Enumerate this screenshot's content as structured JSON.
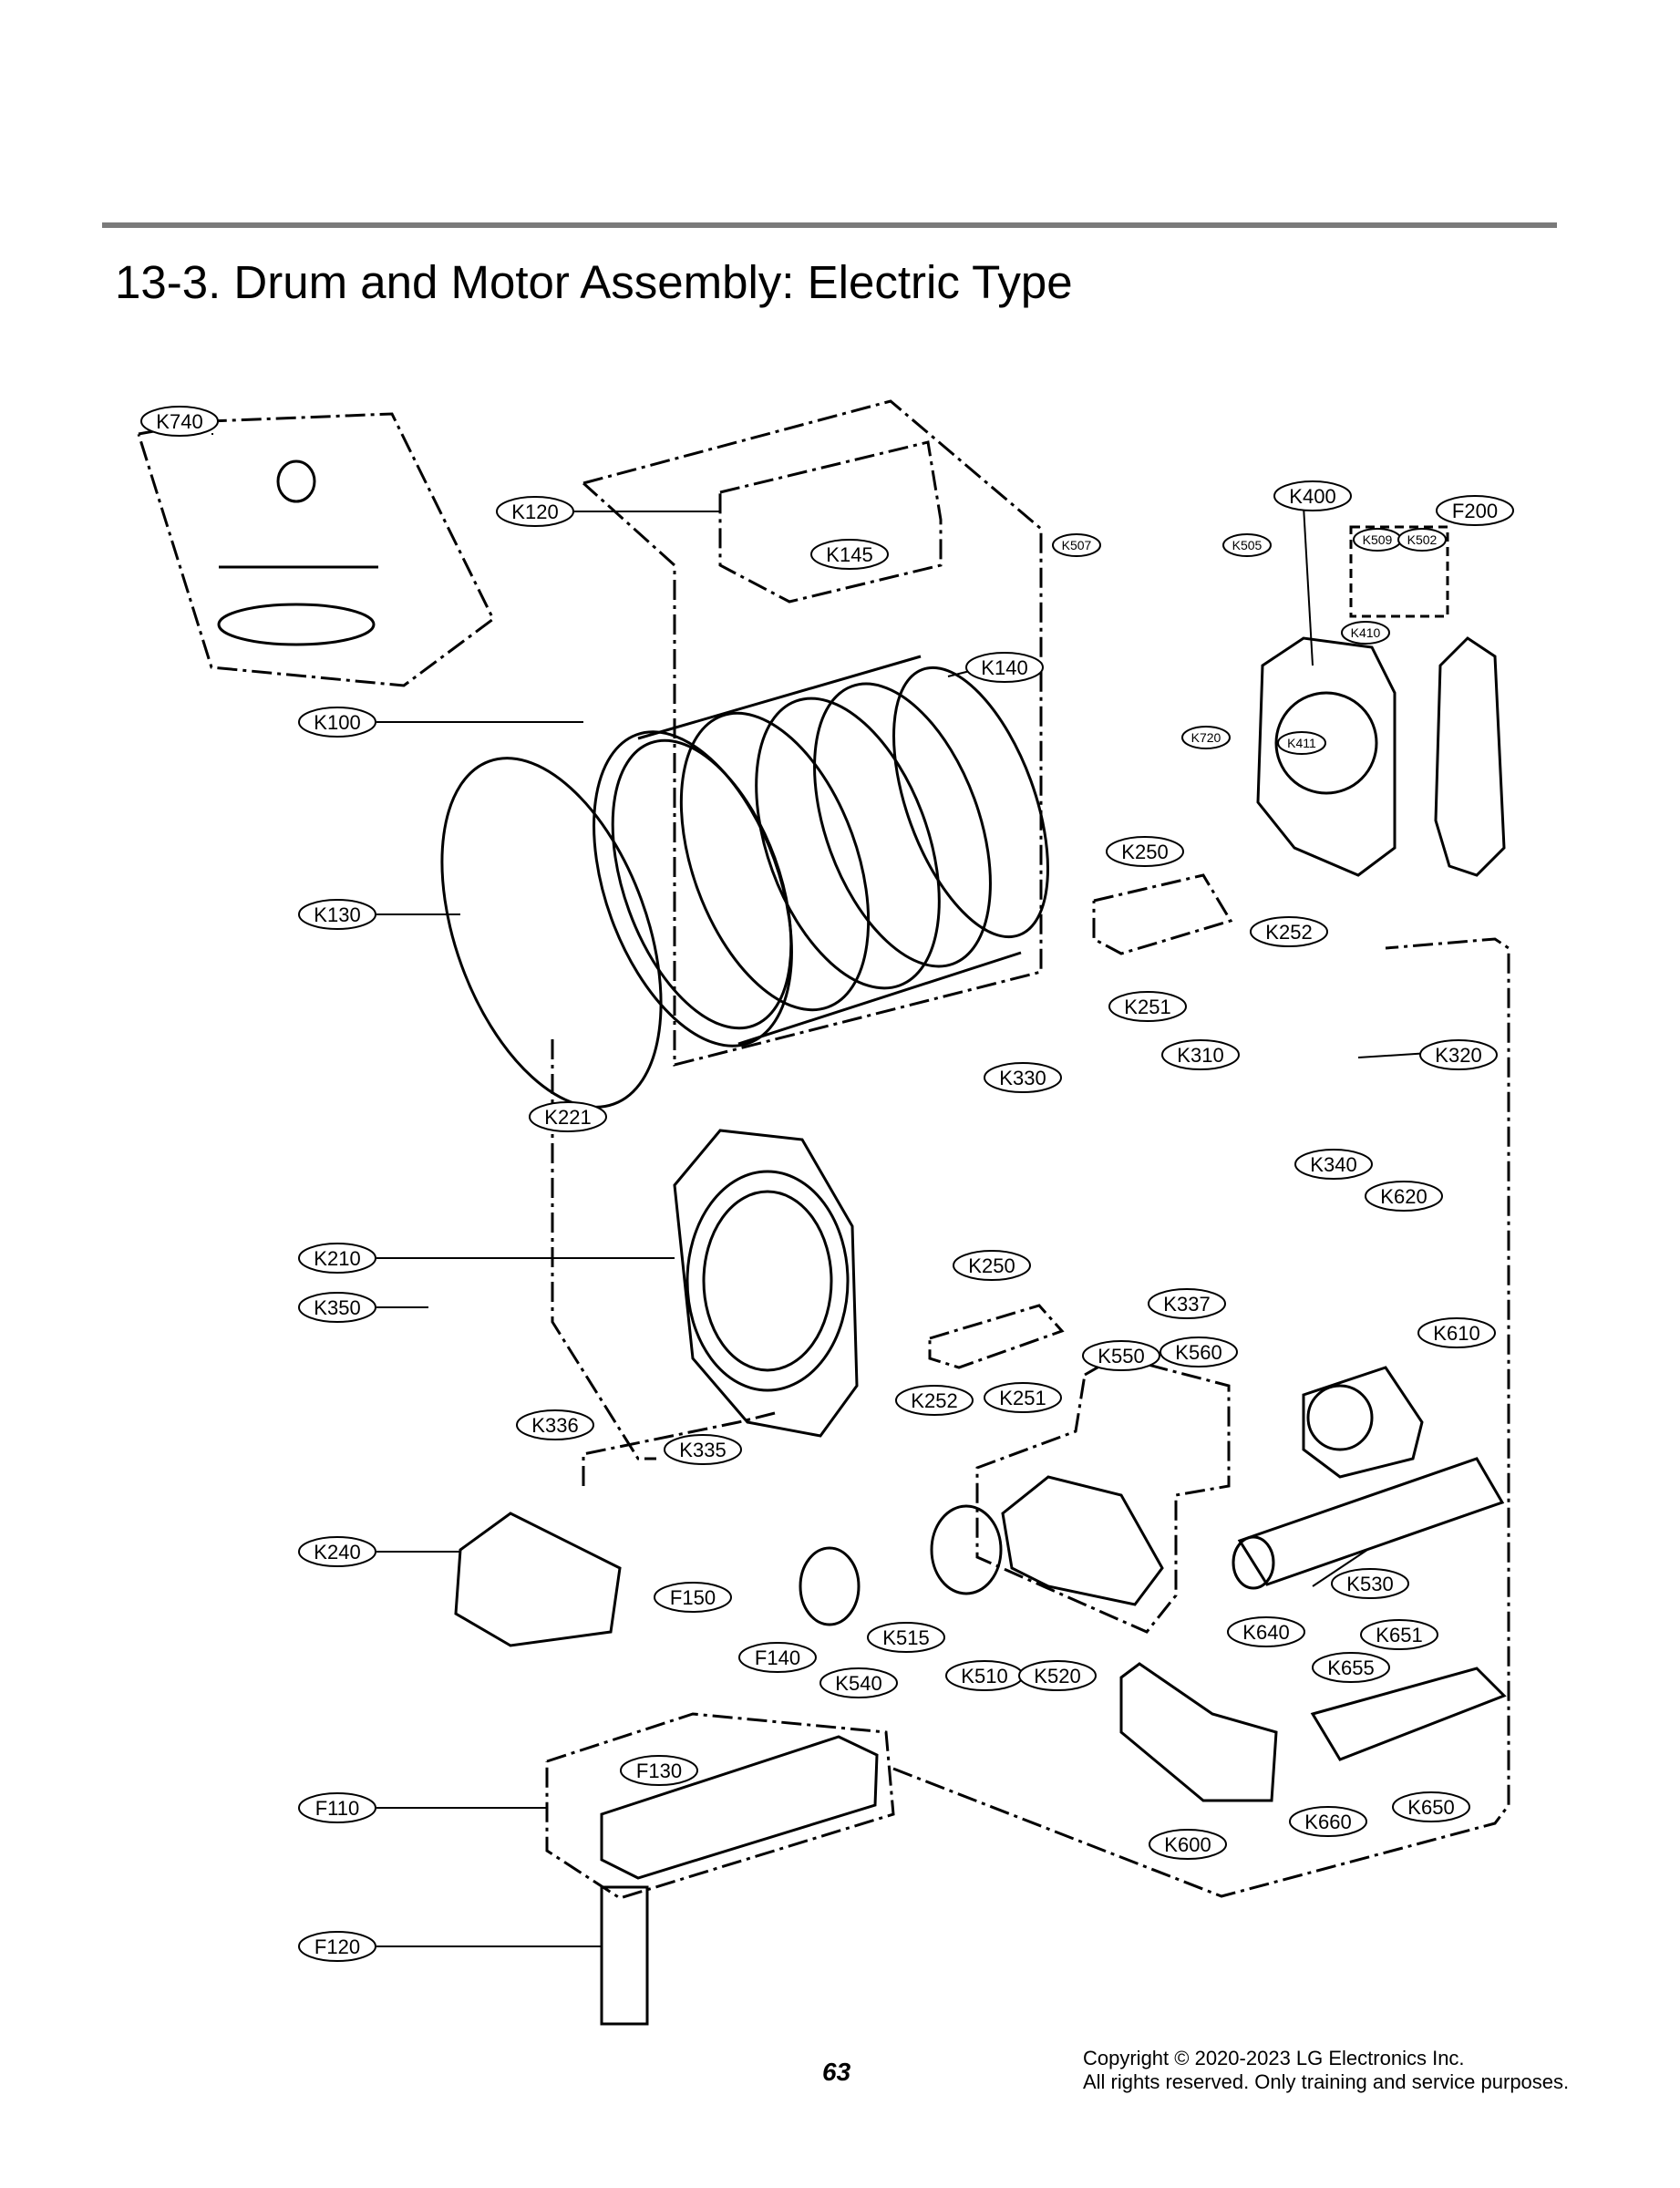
{
  "title": "13-3. Drum and Motor Assembly: Electric Type",
  "page_number": "63",
  "copyright": {
    "line1": "Copyright © 2020-2023  LG Electronics Inc.",
    "line2": "All rights reserved. Only training and service purposes."
  },
  "callouts": [
    {
      "key": "k740",
      "label": "K740"
    },
    {
      "key": "k120",
      "label": "K120"
    },
    {
      "key": "k145",
      "label": "K145"
    },
    {
      "key": "k140",
      "label": "K140"
    },
    {
      "key": "k100",
      "label": "K100"
    },
    {
      "key": "k130",
      "label": "K130"
    },
    {
      "key": "k221",
      "label": "K221"
    },
    {
      "key": "k210",
      "label": "K210"
    },
    {
      "key": "k350",
      "label": "K350"
    },
    {
      "key": "k336",
      "label": "K336"
    },
    {
      "key": "k335",
      "label": "K335"
    },
    {
      "key": "k240",
      "label": "K240"
    },
    {
      "key": "f150",
      "label": "F150"
    },
    {
      "key": "f140",
      "label": "F140"
    },
    {
      "key": "f130",
      "label": "F130"
    },
    {
      "key": "f110",
      "label": "F110"
    },
    {
      "key": "f120",
      "label": "F120"
    },
    {
      "key": "k400",
      "label": "K400"
    },
    {
      "key": "f200",
      "label": "F200"
    },
    {
      "key": "k507",
      "label": "K507"
    },
    {
      "key": "k505",
      "label": "K505"
    },
    {
      "key": "k509",
      "label": "K509"
    },
    {
      "key": "k502",
      "label": "K502"
    },
    {
      "key": "k410",
      "label": "K410"
    },
    {
      "key": "k720",
      "label": "K720"
    },
    {
      "key": "k411",
      "label": "K411"
    },
    {
      "key": "k250a",
      "label": "K250"
    },
    {
      "key": "k252a",
      "label": "K252"
    },
    {
      "key": "k251a",
      "label": "K251"
    },
    {
      "key": "k310",
      "label": "K310"
    },
    {
      "key": "k320",
      "label": "K320"
    },
    {
      "key": "k330",
      "label": "K330"
    },
    {
      "key": "k340",
      "label": "K340"
    },
    {
      "key": "k620",
      "label": "K620"
    },
    {
      "key": "k337",
      "label": "K337"
    },
    {
      "key": "k250b",
      "label": "K250"
    },
    {
      "key": "k252b",
      "label": "K252"
    },
    {
      "key": "k251b",
      "label": "K251"
    },
    {
      "key": "k550",
      "label": "K550"
    },
    {
      "key": "k560",
      "label": "K560"
    },
    {
      "key": "k610",
      "label": "K610"
    },
    {
      "key": "k530",
      "label": "K530"
    },
    {
      "key": "k515",
      "label": "K515"
    },
    {
      "key": "k540",
      "label": "K540"
    },
    {
      "key": "k510",
      "label": "K510"
    },
    {
      "key": "k520",
      "label": "K520"
    },
    {
      "key": "k640",
      "label": "K640"
    },
    {
      "key": "k651",
      "label": "K651"
    },
    {
      "key": "k655",
      "label": "K655"
    },
    {
      "key": "k600",
      "label": "K600"
    },
    {
      "key": "k660",
      "label": "K660"
    },
    {
      "key": "k650",
      "label": "K650"
    }
  ]
}
